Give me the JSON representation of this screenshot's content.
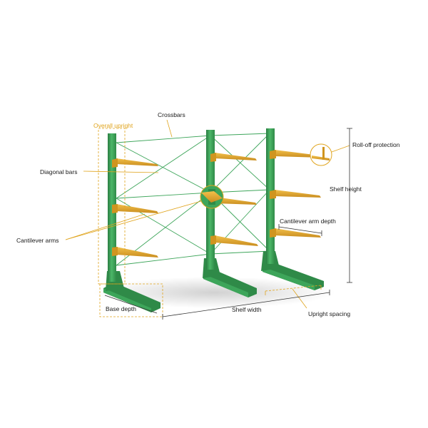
{
  "labels": {
    "overall_upright": "Overall upright",
    "crossbars": "Crossbars",
    "diagonal_bars": "Diagonal bars",
    "cantilever_arms": "Cantilever arms",
    "roll_off_protection": "Roll-off protection",
    "shelf_height": "Shelf height",
    "cantilever_arm_depth": "Cantilever arm depth",
    "base_depth": "Base depth",
    "shelf_width": "Shelf width",
    "upright_spacing": "Upright spacing"
  },
  "colors": {
    "upright_green": "#3da55a",
    "upright_green_dark": "#2a7e42",
    "upright_green_light": "#5cc276",
    "arm_yellow": "#e3a72b",
    "arm_yellow_dark": "#b9811b",
    "leader_line": "#e0a41d",
    "dimension_line": "#333333"
  }
}
